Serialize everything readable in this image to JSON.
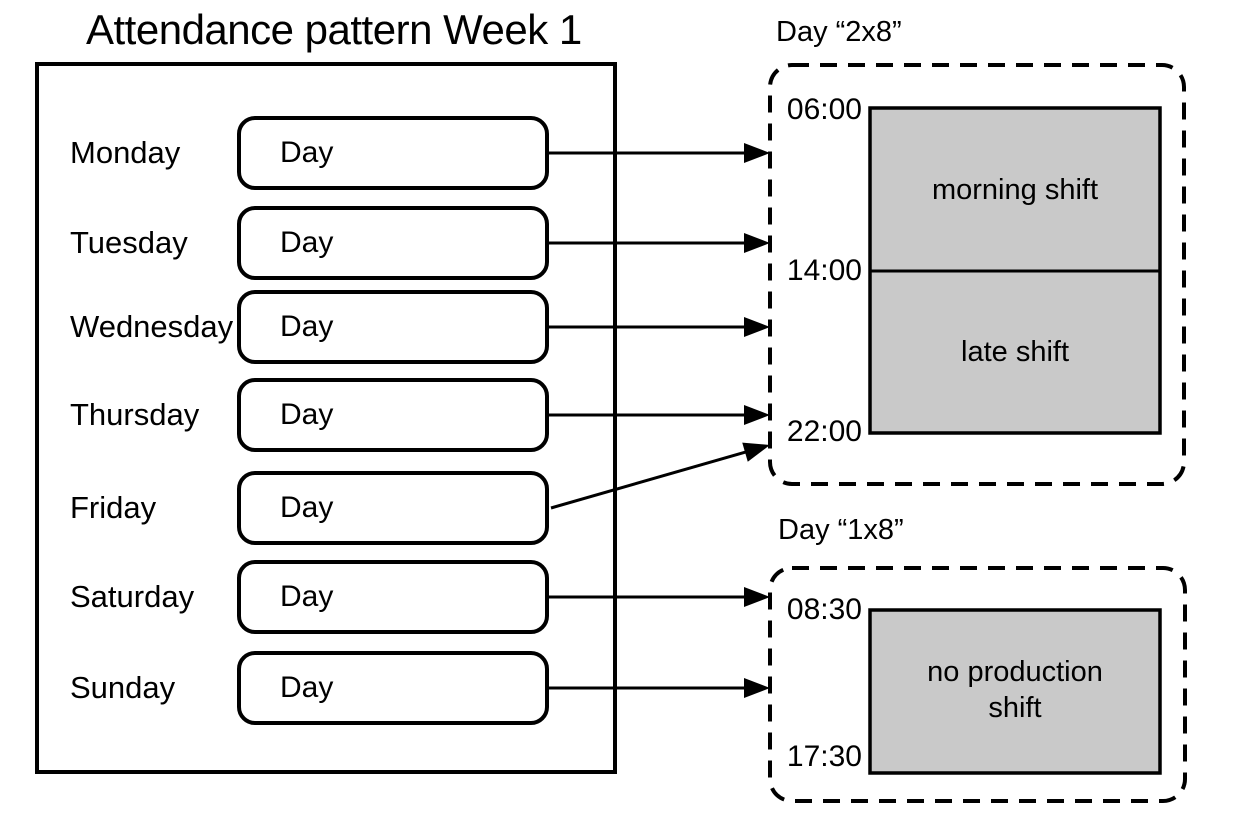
{
  "title": "Attendance pattern Week 1",
  "week": {
    "days": [
      {
        "name": "Monday",
        "node_label": "Day",
        "pattern": "2x8"
      },
      {
        "name": "Tuesday",
        "node_label": "Day",
        "pattern": "2x8"
      },
      {
        "name": "Wednesday",
        "node_label": "Day",
        "pattern": "2x8"
      },
      {
        "name": "Thursday",
        "node_label": "Day",
        "pattern": "2x8"
      },
      {
        "name": "Friday",
        "node_label": "Day",
        "pattern": "2x8"
      },
      {
        "name": "Saturday",
        "node_label": "Day",
        "pattern": "1x8"
      },
      {
        "name": "Sunday",
        "node_label": "Day",
        "pattern": "1x8"
      }
    ]
  },
  "patterns": {
    "p2x8": {
      "label": "Day “2x8”",
      "times": [
        "06:00",
        "14:00",
        "22:00"
      ],
      "shifts": [
        "morning shift",
        "late shift"
      ]
    },
    "p1x8": {
      "label": "Day “1x8”",
      "times": [
        "08:30",
        "17:30"
      ],
      "shifts": [
        "no production shift"
      ]
    }
  },
  "colors": {
    "line": "#000000",
    "shift_fill": "#c9c9c9",
    "background": "#ffffff"
  }
}
